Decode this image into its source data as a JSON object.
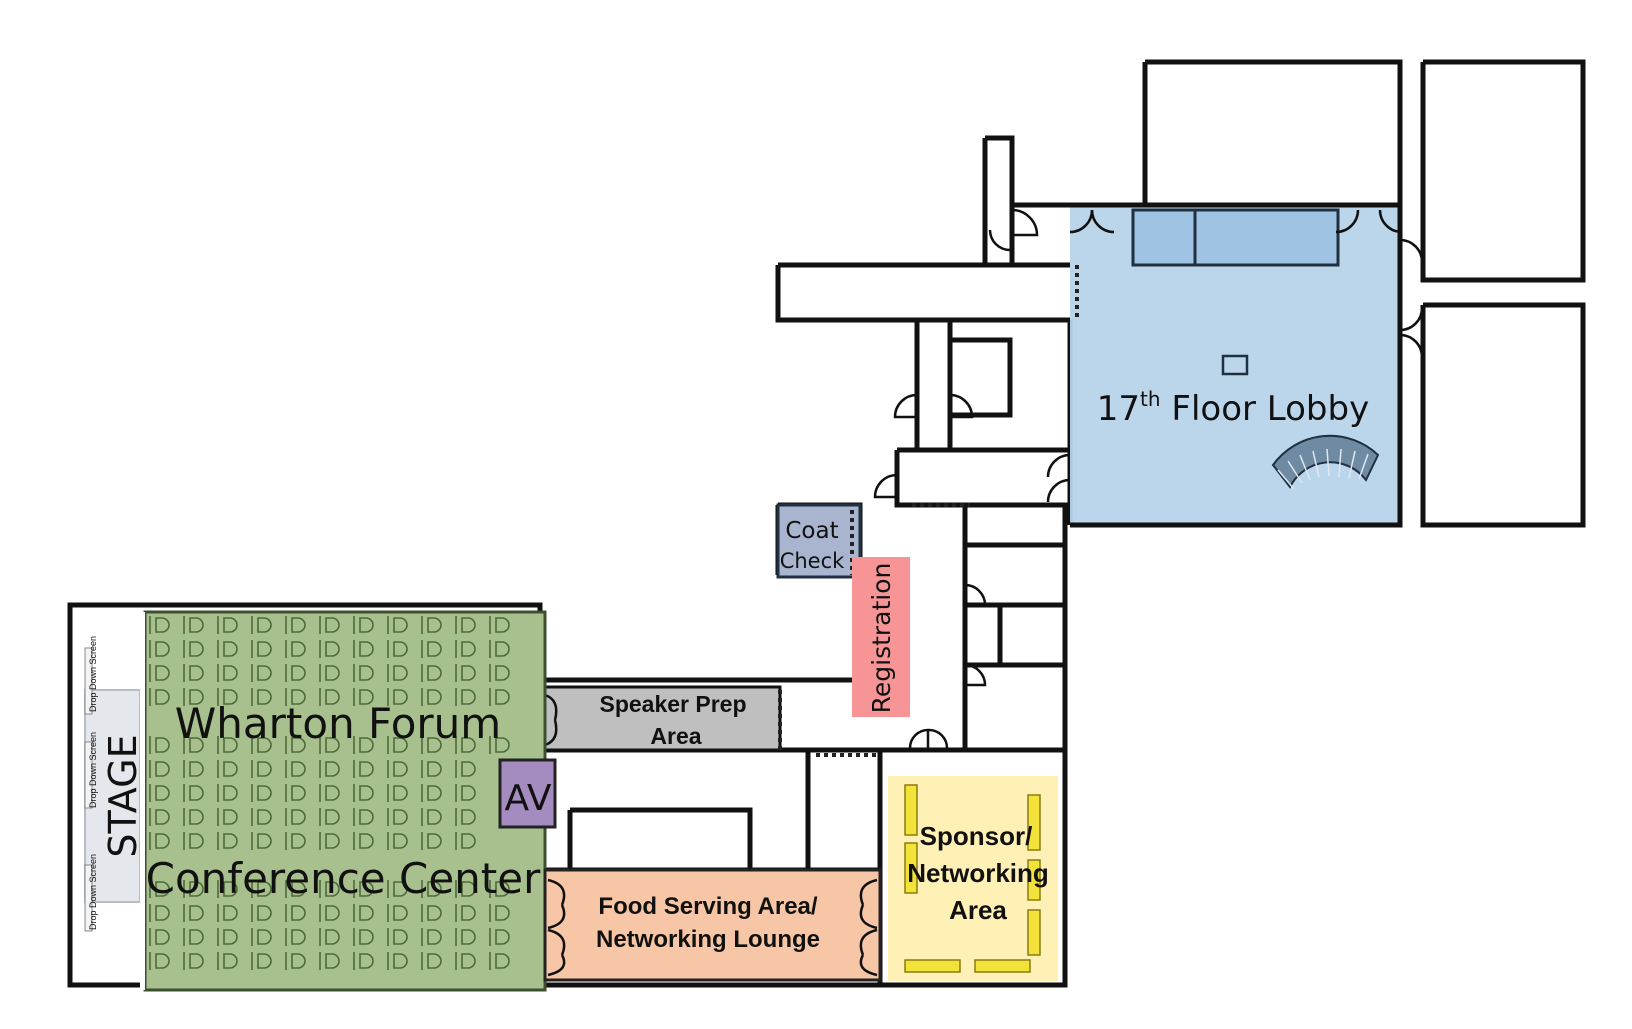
{
  "rooms": {
    "lobby": {
      "label": "17",
      "sup": "th",
      "rest": " Floor Lobby",
      "color": "#b7d3ea"
    },
    "coat_check": {
      "line1": "Coat",
      "line2": "Check",
      "color": "#a9b4cf"
    },
    "registration": {
      "label": "Registration",
      "color": "#f79596"
    },
    "speaker_prep": {
      "line1": "Speaker Prep",
      "line2": "Area",
      "color": "#bfbfbf"
    },
    "wharton_forum": {
      "line1": "Wharton Forum",
      "line2": "Conference Center",
      "color": "#a8c08e"
    },
    "stage": {
      "label": "STAGE",
      "color": "#e4e7ec"
    },
    "screens": {
      "label": "Drop Down Screen"
    },
    "av": {
      "label": "AV",
      "color": "#a48cc0"
    },
    "food": {
      "line1": "Food Serving Area/",
      "line2": "Networking Lounge",
      "color": "#f6c6a6"
    },
    "sponsor": {
      "line1": "Sponsor/",
      "line2": "Networking",
      "line3": "Area",
      "color": "#fff0b6",
      "table_color": "#f3e23a"
    }
  }
}
